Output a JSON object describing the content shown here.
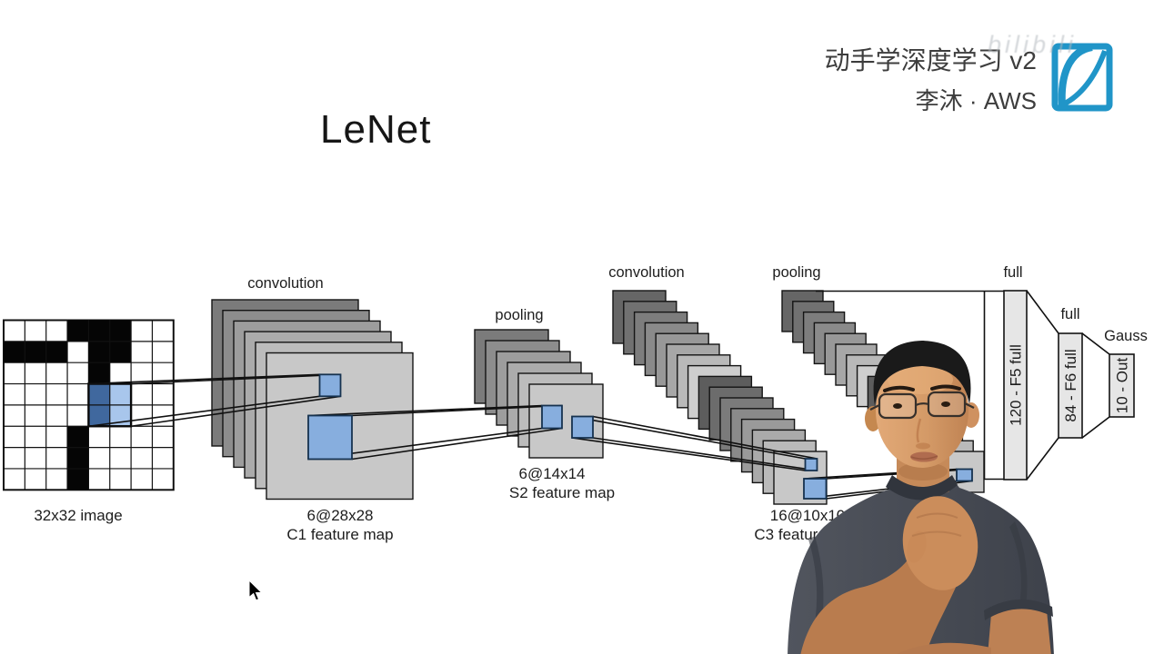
{
  "header": {
    "slide_title": "LeNet",
    "course_title": "动手学深度学习 v2",
    "author_line": "李沐 · AWS",
    "watermark": "bilibili"
  },
  "diagram": {
    "input": {
      "caption": "32x32 image",
      "grid": {
        "rows": 8,
        "cols": 8,
        "black_cells": [
          [
            0,
            3
          ],
          [
            0,
            4
          ],
          [
            0,
            5
          ],
          [
            1,
            0
          ],
          [
            1,
            1
          ],
          [
            1,
            2
          ],
          [
            1,
            4
          ],
          [
            1,
            5
          ],
          [
            2,
            4
          ],
          [
            5,
            3
          ],
          [
            6,
            3
          ],
          [
            7,
            3
          ]
        ],
        "dark_blue_cells": [
          [
            3,
            4
          ],
          [
            4,
            4
          ]
        ],
        "light_blue_cells": [
          [
            3,
            5
          ],
          [
            4,
            5
          ]
        ]
      }
    },
    "c1": {
      "op": "convolution",
      "size": "6@28x28",
      "name": "C1 feature map"
    },
    "s2": {
      "op": "pooling",
      "size": "6@14x14",
      "name": "S2 feature map"
    },
    "c3": {
      "op": "convolution",
      "size": "16@10x10",
      "name": "C3 feature map"
    },
    "s4": {
      "op": "pooling"
    },
    "f5": {
      "op": "full",
      "bar": "120 - F5 full"
    },
    "f6": {
      "op": "full",
      "bar": "84 - F6 full"
    },
    "out": {
      "op": "Gauss",
      "bar": "10 - Out"
    }
  },
  "colors": {
    "plate_border": "#141414",
    "line": "#101010",
    "highlight_fill": "#87aede",
    "highlight_border": "#16324f",
    "grid_dark_cell": "#40689e",
    "grid_light_cell": "#a8c6ec",
    "grid_black_cell": "#050505",
    "bar_fill": "#e6e6e6",
    "logo_blue": "#2095c8",
    "shirt": "#474b54",
    "skin": "#d29a6c",
    "hair": "#1a1a1a"
  }
}
